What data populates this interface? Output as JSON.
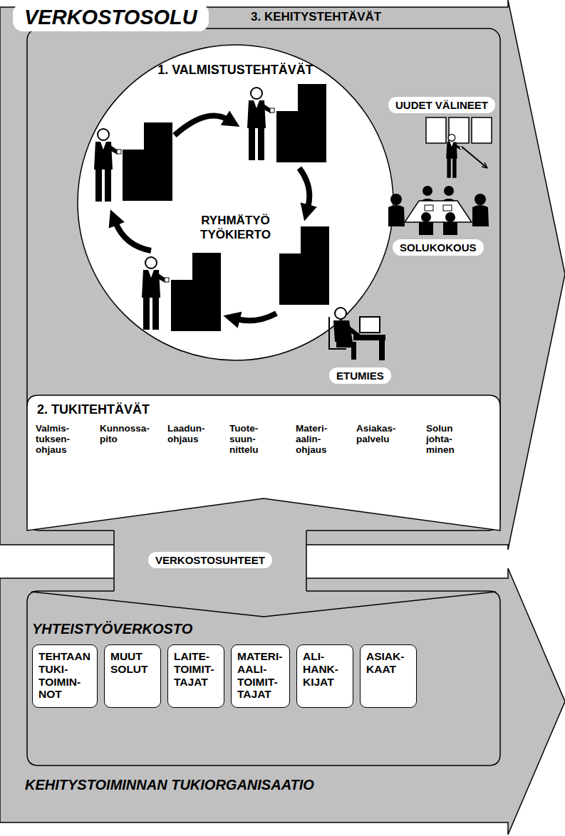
{
  "diagram": {
    "nodes": [
      {
        "text": [
          "VERKOSTOSOLU",
          "3. KEHITYSTEHTÄVÄT"
        ]
      },
      {
        "text": [
          "1. VALMISTUSTEHTÄVÄT",
          "RYHMÄTYÖ TYÖKIERTO"
        ],
        "in": 0
      },
      {
        "text": [
          "2. TUKITEHTÄVÄT",
          "Valmis- tuksen- ohjaus",
          "Kunnossa- pito",
          "Laadun- ohjaus",
          "Tuote- suun- nittelu",
          "Materi- aalin- ohjaus",
          "Asiakas- palvelu",
          "Solun johta- minen"
        ],
        "in": 0
      },
      {
        "text": [
          "YHTEISTYÖVERKOSTO",
          "KEHITYSTOIMINNAN TUKIORGANISAATIO"
        ]
      },
      {
        "text": [
          "TEHTAAN TUKI- TOIMIN- NOT"
        ],
        "in": 3
      },
      {
        "text": [
          "MUUT SOLUT"
        ],
        "in": 3
      },
      {
        "text": [
          "LAITE- TOIMIT- TAJAT"
        ],
        "in": 3
      },
      {
        "text": [
          "MATERI- AALI- TOIMIT- TAJAT"
        ],
        "in": 3
      },
      {
        "text": [
          "ALI- HANK- KIJAT"
        ],
        "in": 3
      },
      {
        "text": [
          "ASIAK- KAAT"
        ],
        "in": 3
      }
    ],
    "labels": [
      "UUDET VÄLINEET",
      "SOLUKOKOUS",
      "ETUMIES",
      "VERKOSTOSUHTEET"
    ]
  }
}
